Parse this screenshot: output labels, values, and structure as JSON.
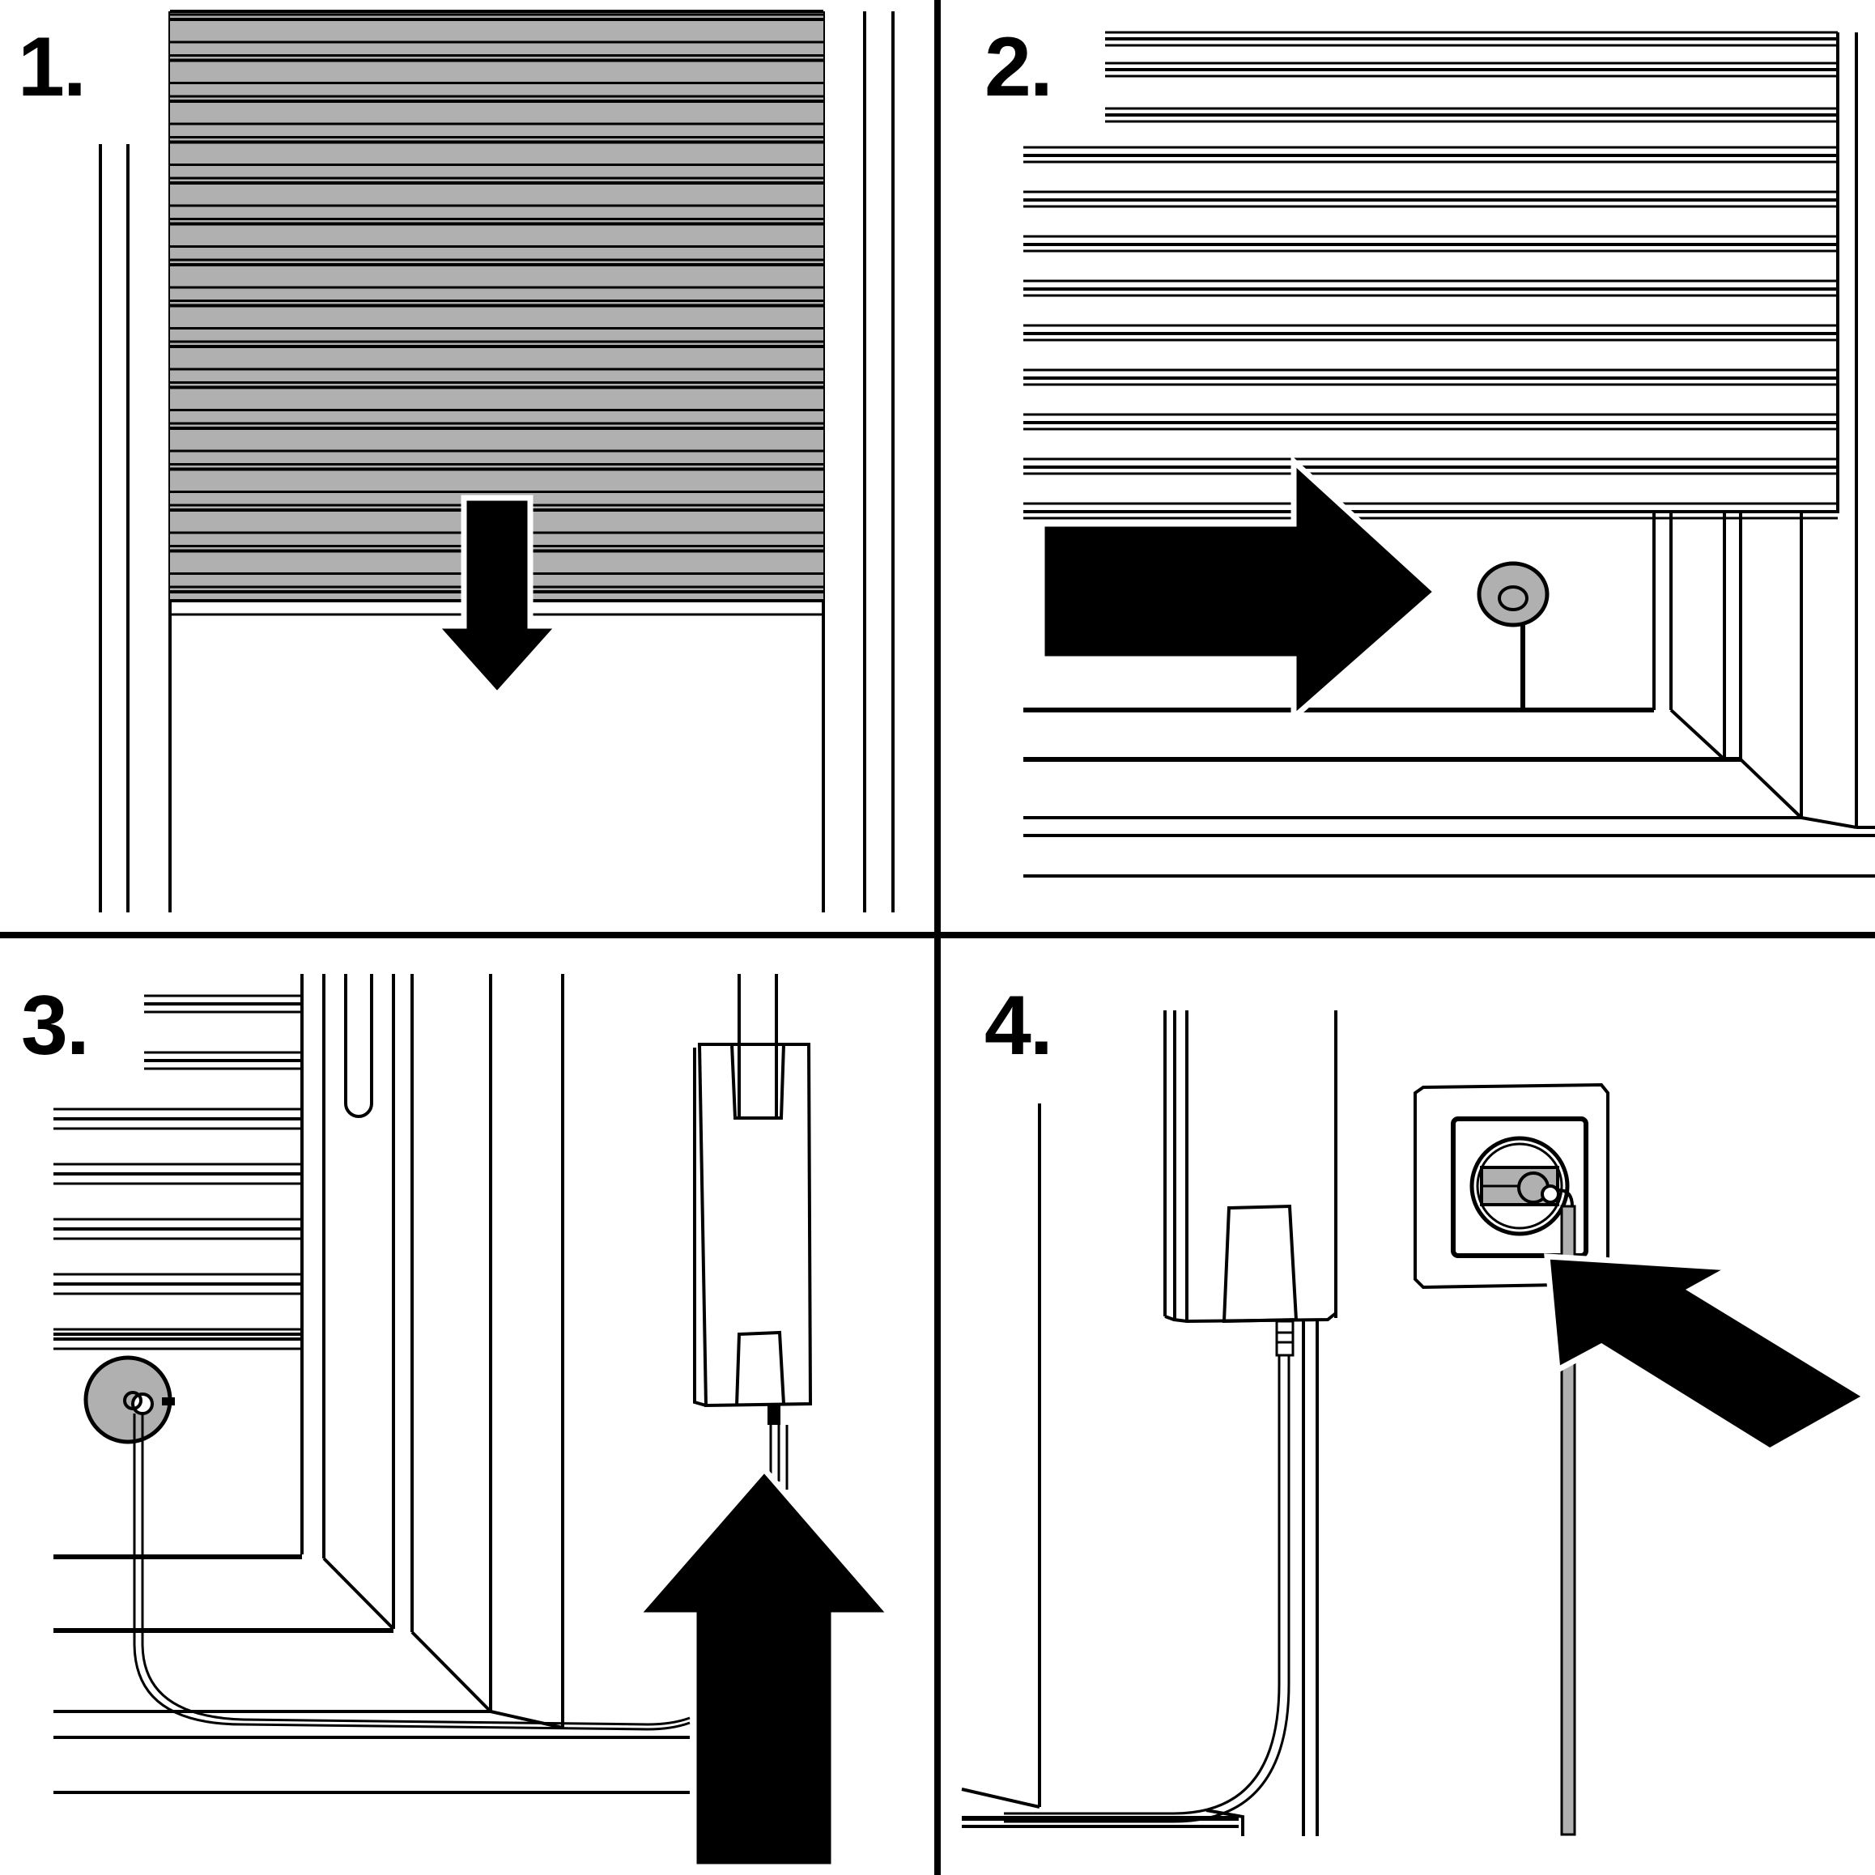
{
  "steps": [
    {
      "number": "1.",
      "instruction_arrow": "arrow-down-icon"
    },
    {
      "number": "2.",
      "instruction_arrow": "arrow-right-icon"
    },
    {
      "number": "3.",
      "instruction_arrow": "arrow-up-icon"
    },
    {
      "number": "4.",
      "instruction_arrow": "arrow-diagonal-icon"
    }
  ],
  "colors": {
    "shutter_fill": "#b0b0b0",
    "line": "#000000",
    "background": "#ffffff",
    "sensor_fill": "#b0b0b0"
  }
}
